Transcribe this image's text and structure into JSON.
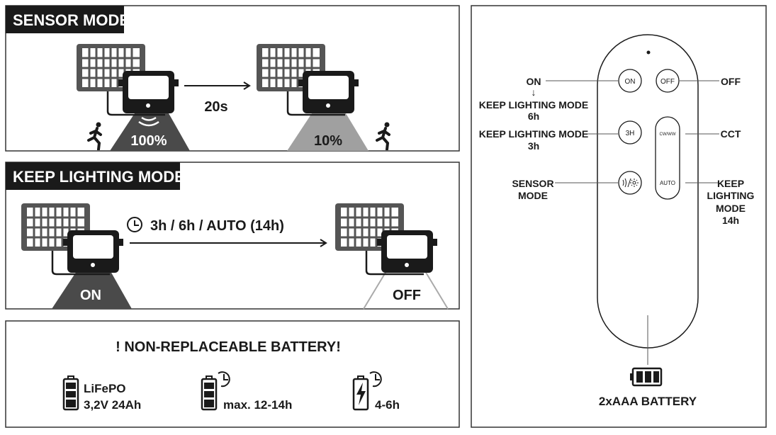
{
  "sensor_mode": {
    "title": "SENSOR MODE",
    "delay": "20s",
    "brightness_on": "100%",
    "brightness_dim": "10%"
  },
  "keep_lighting_mode": {
    "title": "KEEP LIGHTING MODE",
    "durations": "3h / 6h / AUTO (14h)",
    "state_on": "ON",
    "state_off": "OFF"
  },
  "battery": {
    "warning": "! NON-REPLACEABLE BATTERY!",
    "type_line1": "LiFePO",
    "type_line2": "3,2V 24Ah",
    "runtime": "max. 12-14h",
    "charge_time": "4-6h"
  },
  "remote": {
    "buttons": {
      "on": "ON",
      "off": "OFF",
      "three_h": "3H",
      "cct": "CW/WW",
      "auto": "AUTO"
    },
    "labels": {
      "on": "ON",
      "on_arrow": "↓",
      "on_sub1": "KEEP LIGHTING MODE",
      "on_sub2": "6h",
      "off": "OFF",
      "three_h1": "KEEP LIGHTING MODE",
      "three_h2": "3h",
      "cct": "CCT",
      "sensor1": "SENSOR",
      "sensor2": "MODE",
      "auto1": "KEEP",
      "auto2": "LIGHTING",
      "auto3": "MODE",
      "auto4": "14h"
    },
    "battery_label": "2xAAA BATTERY"
  },
  "colors": {
    "dark": "#1a1a1a",
    "panel_gray": "#555555",
    "cone_dark": "#4a4a4a",
    "cone_light": "#a0a0a0"
  }
}
